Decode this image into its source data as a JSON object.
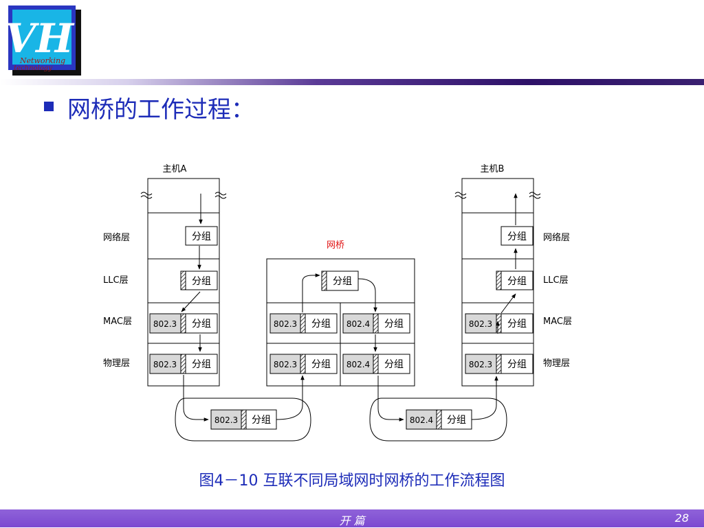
{
  "logo": {
    "letters": "VH",
    "line1": "Networking",
    "line2": "technology"
  },
  "heading": "网桥的工作过程：",
  "diagram": {
    "hostA": "主机A",
    "hostB": "主机B",
    "bridge": "网桥",
    "layers": {
      "network": "网络层",
      "llc": "LLC层",
      "mac": "MAC层",
      "physical": "物理层"
    },
    "packet": "分组",
    "proto1": "802.3",
    "proto2": "802.4"
  },
  "caption": "图4－10 互联不同局域网时网桥的工作流程图",
  "footer": {
    "center": "开 篇",
    "page": "28"
  }
}
